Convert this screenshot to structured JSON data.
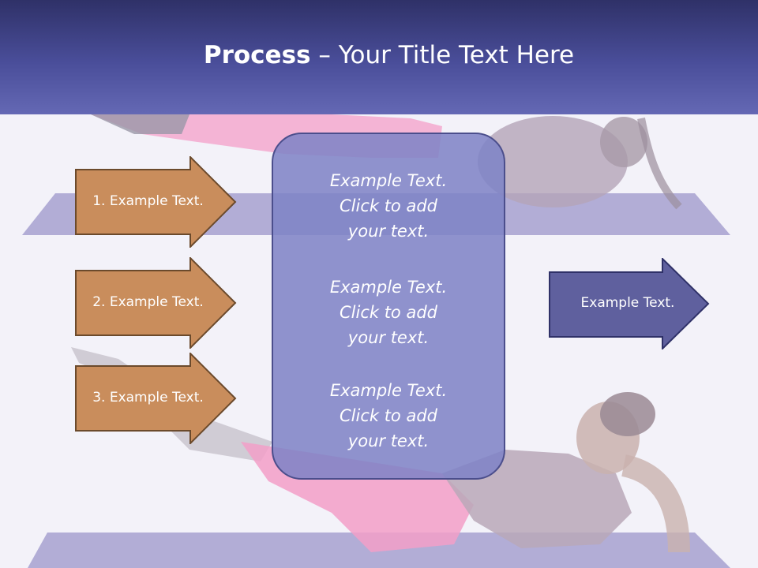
{
  "slide": {
    "title_bold": "Process",
    "title_rest": " – Your Title Text Here",
    "left_arrows": [
      {
        "label": "1. Example Text."
      },
      {
        "label": "2. Example Text."
      },
      {
        "label": "3. Example Text."
      }
    ],
    "center_box": [
      {
        "text": "Example Text.\nClick  to add\nyour text."
      },
      {
        "text": "Example Text.\nClick  to add\nyour text."
      },
      {
        "text": "Example Text.\nClick  to add\nyour text."
      }
    ],
    "right_arrow": {
      "label": "Example Text."
    }
  },
  "colors": {
    "header_dark": "#2f3168",
    "header_light": "#6468b4",
    "left_arrow_fill": "#c98d5c",
    "left_arrow_border": "#6b4a2c",
    "center_box_fill": "#7e82c6",
    "right_arrow_fill": "#5f609e",
    "right_arrow_border": "#2f3168"
  }
}
